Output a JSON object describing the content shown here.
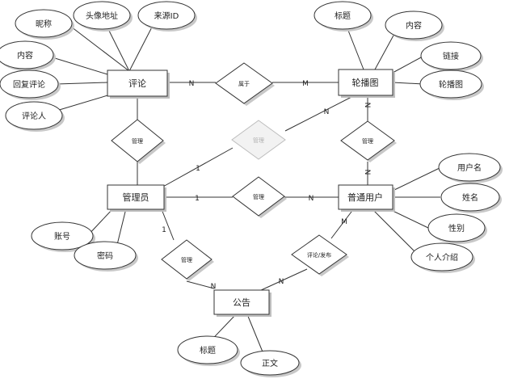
{
  "entities": {
    "comment": "评论",
    "carousel": "轮播图",
    "admin": "管理员",
    "user": "普通用户",
    "notice": "公告"
  },
  "attributes": {
    "comment_nickname": "昵称",
    "comment_avatar": "头像地址",
    "comment_source_id": "来源ID",
    "comment_content": "内容",
    "comment_reply": "回复评论",
    "comment_author": "评论人",
    "carousel_title": "标题",
    "carousel_content": "内容",
    "carousel_link": "链接",
    "carousel_image": "轮播图",
    "user_username": "用户名",
    "user_name": "姓名",
    "user_gender": "性别",
    "user_intro": "个人介绍",
    "admin_account": "账号",
    "admin_password": "密码",
    "notice_title": "标题",
    "notice_body": "正文"
  },
  "relationships": {
    "belongs_to": "属于",
    "admin_manage_carousel": "管理",
    "user_manage_carousel": "管理",
    "admin_user": "管理",
    "comment_admin": "管理",
    "admin_notice": "管理",
    "user_notice": "评论/发布"
  },
  "cardinalities": {
    "comment_belongs": "N",
    "belongs_carousel": "M",
    "carousel_admin_rel": "N",
    "admin_carousel_rel": "1",
    "carousel_user_rel": "N",
    "user_carousel_rel": "N",
    "admin_user_rel": "1",
    "user_admin_rel": "N",
    "admin_notice_rel": "1",
    "notice_admin_rel": "N",
    "user_notice_rel": "M",
    "notice_user_rel": "N"
  }
}
